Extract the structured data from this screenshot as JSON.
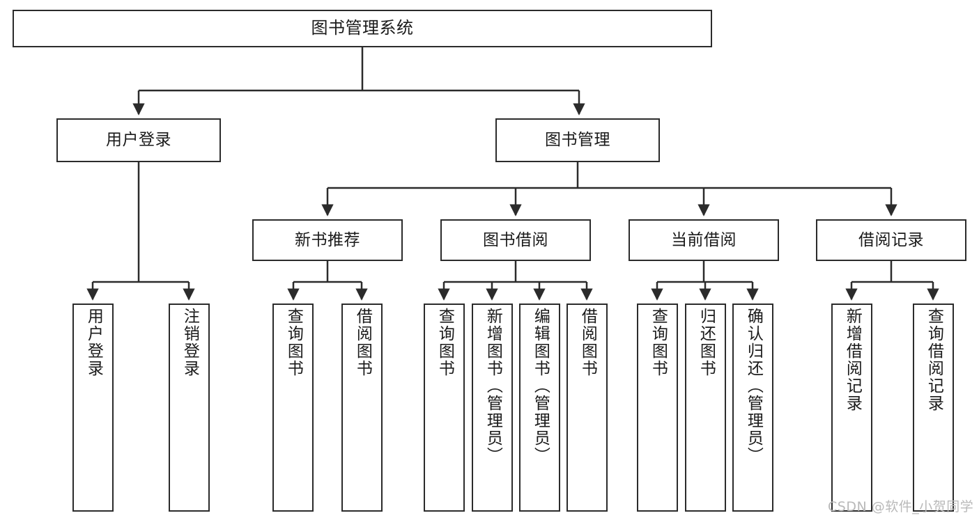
{
  "diagram": {
    "title": "图书管理系统",
    "type": "function-structure-tree",
    "watermark": "CSDN @软件_小贺同学",
    "colors": {
      "border": "#2b2b2b",
      "background": "#ffffff",
      "text": "#1a1a1a",
      "watermark": "#b9b9b9"
    },
    "levels": {
      "level1": [
        "图书管理系统"
      ],
      "level2": [
        "用户登录",
        "图书管理"
      ],
      "level3": [
        "新书推荐",
        "图书借阅",
        "当前借阅",
        "借阅记录"
      ],
      "level4": [
        "用户登录",
        "注销登录",
        "查询图书",
        "借阅图书",
        "查询图书",
        "新增图书（管理员）",
        "编辑图书（管理员）",
        "借阅图书",
        "查询图书",
        "归还图书",
        "确认归还（管理员）",
        "新增借阅记录",
        "查询借阅记录"
      ]
    },
    "nodes": {
      "root": {
        "label": "图书管理系统"
      },
      "user_login": {
        "label": "用户登录"
      },
      "book_mgmt": {
        "label": "图书管理"
      },
      "new_book_rec": {
        "label": "新书推荐"
      },
      "book_borrow": {
        "label": "图书借阅"
      },
      "current_borrow": {
        "label": "当前借阅"
      },
      "borrow_record": {
        "label": "借阅记录"
      },
      "leaf_user_login": {
        "label": "用户登录"
      },
      "leaf_logout": {
        "label": "注销登录"
      },
      "leaf_query_book_1": {
        "label": "查询图书"
      },
      "leaf_borrow_book_1": {
        "label": "借阅图书"
      },
      "leaf_query_book_2": {
        "label": "查询图书"
      },
      "leaf_add_book": {
        "label": "新增图书（管理员）"
      },
      "leaf_edit_book": {
        "label": "编辑图书（管理员）"
      },
      "leaf_borrow_book_2": {
        "label": "借阅图书"
      },
      "leaf_query_book_3": {
        "label": "查询图书"
      },
      "leaf_return_book": {
        "label": "归还图书"
      },
      "leaf_confirm_return": {
        "label": "确认归还（管理员）"
      },
      "leaf_add_record": {
        "label": "新增借阅记录"
      },
      "leaf_query_record": {
        "label": "查询借阅记录"
      }
    }
  }
}
